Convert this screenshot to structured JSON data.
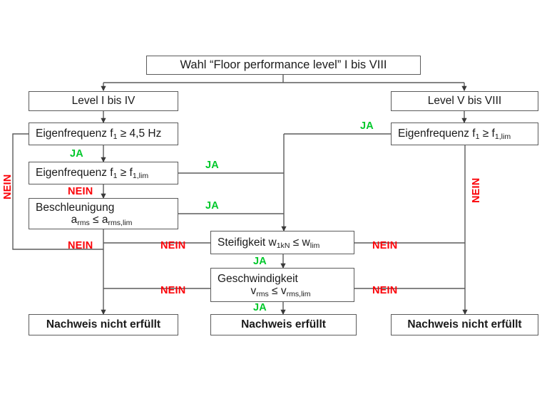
{
  "diagram": {
    "title": "Wahl “Floor performance level” I bis VIII",
    "language": "de",
    "colors": {
      "yes": "#00c82b",
      "no": "#fb0007",
      "box_border": "#5b5b5b",
      "text": "#1a1a1a",
      "background": "#ffffff"
    },
    "labels": {
      "yes": "JA",
      "no": "NEIN"
    }
  },
  "nodes": {
    "start": {
      "text": "Wahl “Floor performance level” I bis VIII"
    },
    "level_low": {
      "text": "Level  I bis IV"
    },
    "level_high": {
      "text": "Level  V bis VIII"
    },
    "eigenfrequenz_45": {
      "prefix": "Eigenfrequenz  f",
      "sub1": "1",
      "mid": " ≥ 4,5 Hz",
      "full": "Eigenfrequenz f1 ≥ 4,5 Hz"
    },
    "eigenfrequenz_lim_left": {
      "prefix": "Eigenfrequenz  f",
      "sub1": "1",
      "mid": " ≥ f",
      "sub2": "1,lim",
      "full": "Eigenfrequenz f1 ≥ f1,lim"
    },
    "eigenfrequenz_lim_right": {
      "prefix": "Eigenfrequenz  f",
      "sub1": "1",
      "mid": " ≥ f",
      "sub2": "1,lim",
      "full": "Eigenfrequenz f1 ≥ f1,lim"
    },
    "beschleunigung": {
      "line1": "Beschleunigung",
      "line2_a": "a",
      "line2_sub1": "rms",
      "line2_mid": "  ≤  a",
      "line2_sub2": "rms,lim",
      "full": "Beschleunigung  a_rms ≤ a_rms,lim"
    },
    "steifigkeit": {
      "prefix": "Steifigkeit  w",
      "sub1": "1kN",
      "mid": "  ≤  w",
      "sub2": "lim",
      "full": "Steifigkeit w_1kN ≤ w_lim"
    },
    "geschwindigkeit": {
      "line1": "Geschwindigkeit",
      "line2_a": "v",
      "line2_sub1": "rms",
      "line2_mid": "  ≤  v",
      "line2_sub2": "rms,lim",
      "full": "Geschwindigkeit  v_rms ≤ v_rms,lim"
    },
    "result_fail_left": {
      "text": "Nachweis nicht erfüllt"
    },
    "result_pass": {
      "text": "Nachweis erfüllt"
    },
    "result_fail_right": {
      "text": "Nachweis nicht erfüllt"
    }
  },
  "edge_labels": {
    "ja_eigenfreq45": "JA",
    "nein_eigenfreq45_left": "NEIN",
    "ja_eigenfreqlim_left": "JA",
    "nein_eigenfreqlim_left": "NEIN",
    "ja_beschleunigung": "JA",
    "nein_beschleunigung": "NEIN",
    "nein_beschleunigung_mid": "NEIN",
    "ja_eigenfreqlim_right": "JA",
    "nein_eigenfreqlim_right": "NEIN",
    "ja_steifigkeit": "JA",
    "nein_steifigkeit": "NEIN",
    "ja_geschwindigkeit": "JA",
    "nein_geschwindigkeit": "NEIN"
  }
}
